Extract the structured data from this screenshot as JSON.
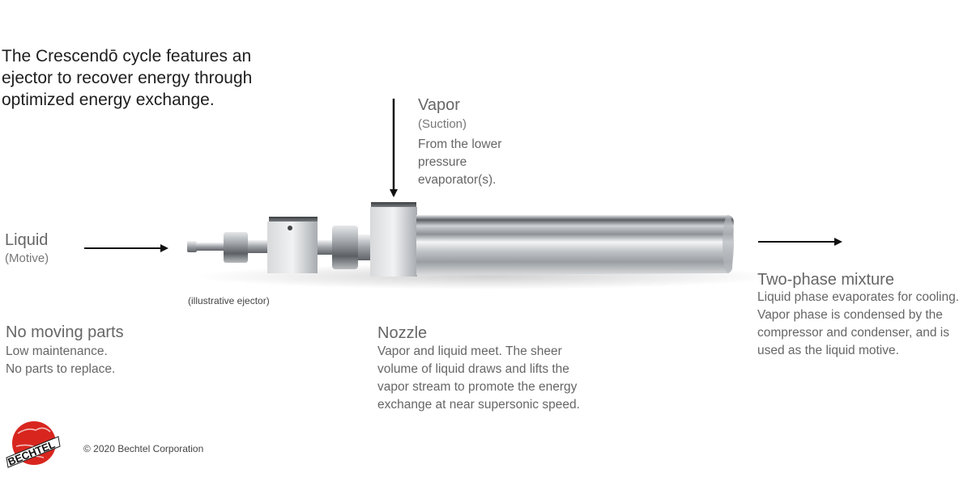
{
  "intro": "The Crescendō cycle features an ejector to recover energy through optimized energy exchange.",
  "vapor": {
    "title": "Vapor",
    "subtitle": "(Suction)",
    "desc": "From the lower pressure evaporator(s)."
  },
  "liquid": {
    "title": "Liquid",
    "subtitle": "(Motive)"
  },
  "caption": "(illustrative ejector)",
  "no_moving": {
    "title": "No moving parts",
    "line1": "Low maintenance.",
    "line2": "No parts to replace."
  },
  "nozzle": {
    "title": "Nozzle",
    "desc": "Vapor and liquid meet.  The sheer volume of liquid draws and lifts the vapor stream to promote the energy exchange at near supersonic speed."
  },
  "mixture": {
    "title": "Two-phase mixture",
    "desc": "Liquid phase evaporates for cooling.  Vapor phase is condensed by the compressor and condenser, and is used as the liquid motive."
  },
  "logo_text": "BECHTEL",
  "copyright": "© 2020 Bechtel Corporation",
  "colors": {
    "logo_red": "#d8261f",
    "arrow": "#111111",
    "metal": "#b8bcc0"
  }
}
